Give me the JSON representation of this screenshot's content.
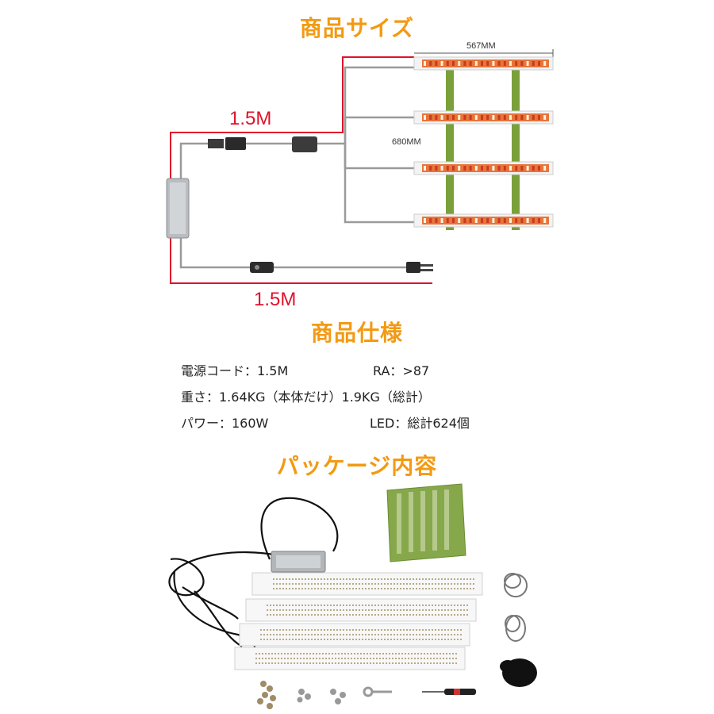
{
  "sections": {
    "size_title": "商品サイズ",
    "spec_title": "商品仕様",
    "package_title": "パッケージ内容"
  },
  "diagram": {
    "width_label": "567MM",
    "height_label": "680MM",
    "cable_top_label": "1.5M",
    "cable_bottom_label": "1.5M",
    "led_bar_count": 4
  },
  "specs": {
    "cord": "電源コード：1.5M",
    "ra": "RA：>87",
    "weight": "重さ：1.64KG（本体だけ）1.9KG（総計）",
    "power": "パワー：160W",
    "led": "LED：総計624個"
  },
  "colors": {
    "accent": "#f39a12",
    "measure": "#e0112b",
    "bracket": "#7aa03a",
    "led_strip": "#e8743a"
  }
}
